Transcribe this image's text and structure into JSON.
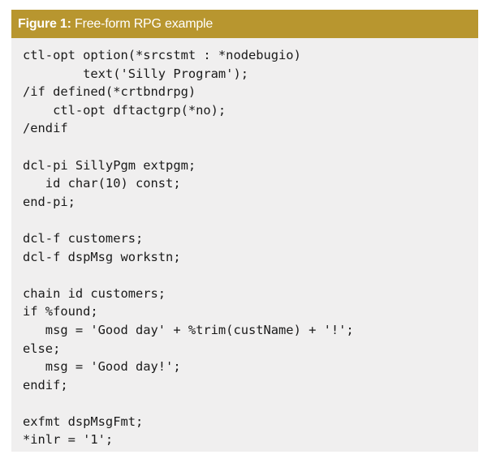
{
  "figure": {
    "label": "Figure 1:",
    "title": "Free-form RPG example",
    "colors": {
      "header_bg": "#b8962f",
      "header_text": "#ffffff",
      "body_bg": "#f0efef",
      "code_text": "#1a1a1a"
    },
    "code_lines": [
      "ctl-opt option(*srcstmt : *nodebugio)",
      "        text('Silly Program');",
      "/if defined(*crtbndrpg)",
      "    ctl-opt dftactgrp(*no);",
      "/endif",
      "",
      "dcl-pi SillyPgm extpgm;",
      "   id char(10) const;",
      "end-pi;",
      "",
      "dcl-f customers;",
      "dcl-f dspMsg workstn;",
      "",
      "chain id customers;",
      "if %found;",
      "   msg = 'Good day' + %trim(custName) + '!';",
      "else;",
      "   msg = 'Good day!';",
      "endif;",
      "",
      "exfmt dspMsgFmt;",
      "*inlr = '1';"
    ]
  }
}
